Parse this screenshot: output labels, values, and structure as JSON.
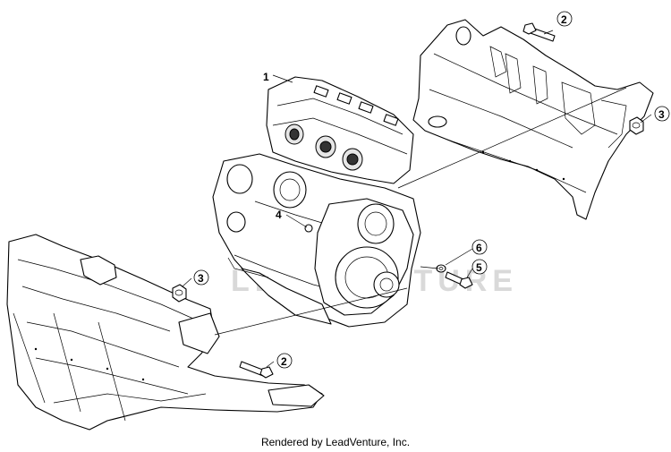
{
  "watermark": {
    "text": "LEADVENTURE"
  },
  "footer": {
    "text": "Rendered by LeadVenture, Inc."
  },
  "callouts": [
    {
      "id": "1",
      "label": "1"
    },
    {
      "id": "2a",
      "label": "2"
    },
    {
      "id": "3a",
      "label": "3"
    },
    {
      "id": "4",
      "label": "4"
    },
    {
      "id": "6",
      "label": "6"
    },
    {
      "id": "5",
      "label": "5"
    },
    {
      "id": "3b",
      "label": "3"
    },
    {
      "id": "2b",
      "label": "2"
    }
  ]
}
